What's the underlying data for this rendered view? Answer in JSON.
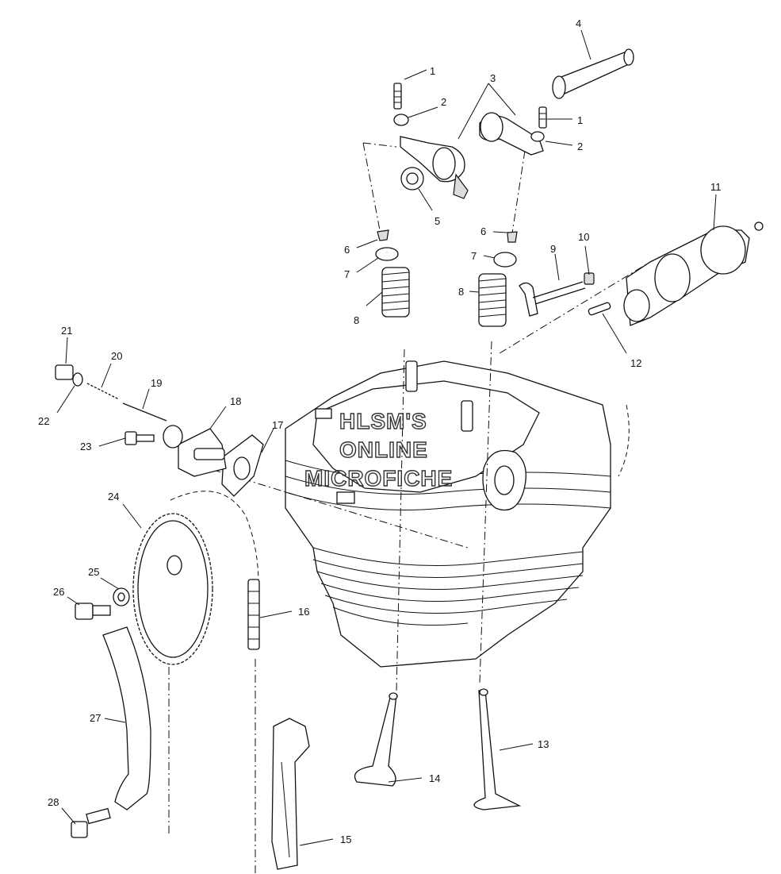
{
  "watermark": {
    "line1": "HLSM'S",
    "line2": "ONLINE",
    "line3": "MICROFICHE"
  },
  "callouts": [
    {
      "id": "c1a",
      "text": "1"
    },
    {
      "id": "c1b",
      "text": "1"
    },
    {
      "id": "c2a",
      "text": "2"
    },
    {
      "id": "c2b",
      "text": "2"
    },
    {
      "id": "c3",
      "text": "3"
    },
    {
      "id": "c4",
      "text": "4"
    },
    {
      "id": "c5",
      "text": "5"
    },
    {
      "id": "c6a",
      "text": "6"
    },
    {
      "id": "c6b",
      "text": "6"
    },
    {
      "id": "c7a",
      "text": "7"
    },
    {
      "id": "c7b",
      "text": "7"
    },
    {
      "id": "c8a",
      "text": "8"
    },
    {
      "id": "c8b",
      "text": "8"
    },
    {
      "id": "c9",
      "text": "9"
    },
    {
      "id": "c10",
      "text": "10"
    },
    {
      "id": "c11",
      "text": "11"
    },
    {
      "id": "c12",
      "text": "12"
    },
    {
      "id": "c13",
      "text": "13"
    },
    {
      "id": "c14",
      "text": "14"
    },
    {
      "id": "c15",
      "text": "15"
    },
    {
      "id": "c16",
      "text": "16"
    },
    {
      "id": "c17",
      "text": "17"
    },
    {
      "id": "c18",
      "text": "18"
    },
    {
      "id": "c19",
      "text": "19"
    },
    {
      "id": "c20",
      "text": "20"
    },
    {
      "id": "c21",
      "text": "21"
    },
    {
      "id": "c22",
      "text": "22"
    },
    {
      "id": "c23",
      "text": "23"
    },
    {
      "id": "c24",
      "text": "24"
    },
    {
      "id": "c25",
      "text": "25"
    },
    {
      "id": "c26",
      "text": "26"
    },
    {
      "id": "c27",
      "text": "27"
    },
    {
      "id": "c28",
      "text": "28"
    }
  ]
}
